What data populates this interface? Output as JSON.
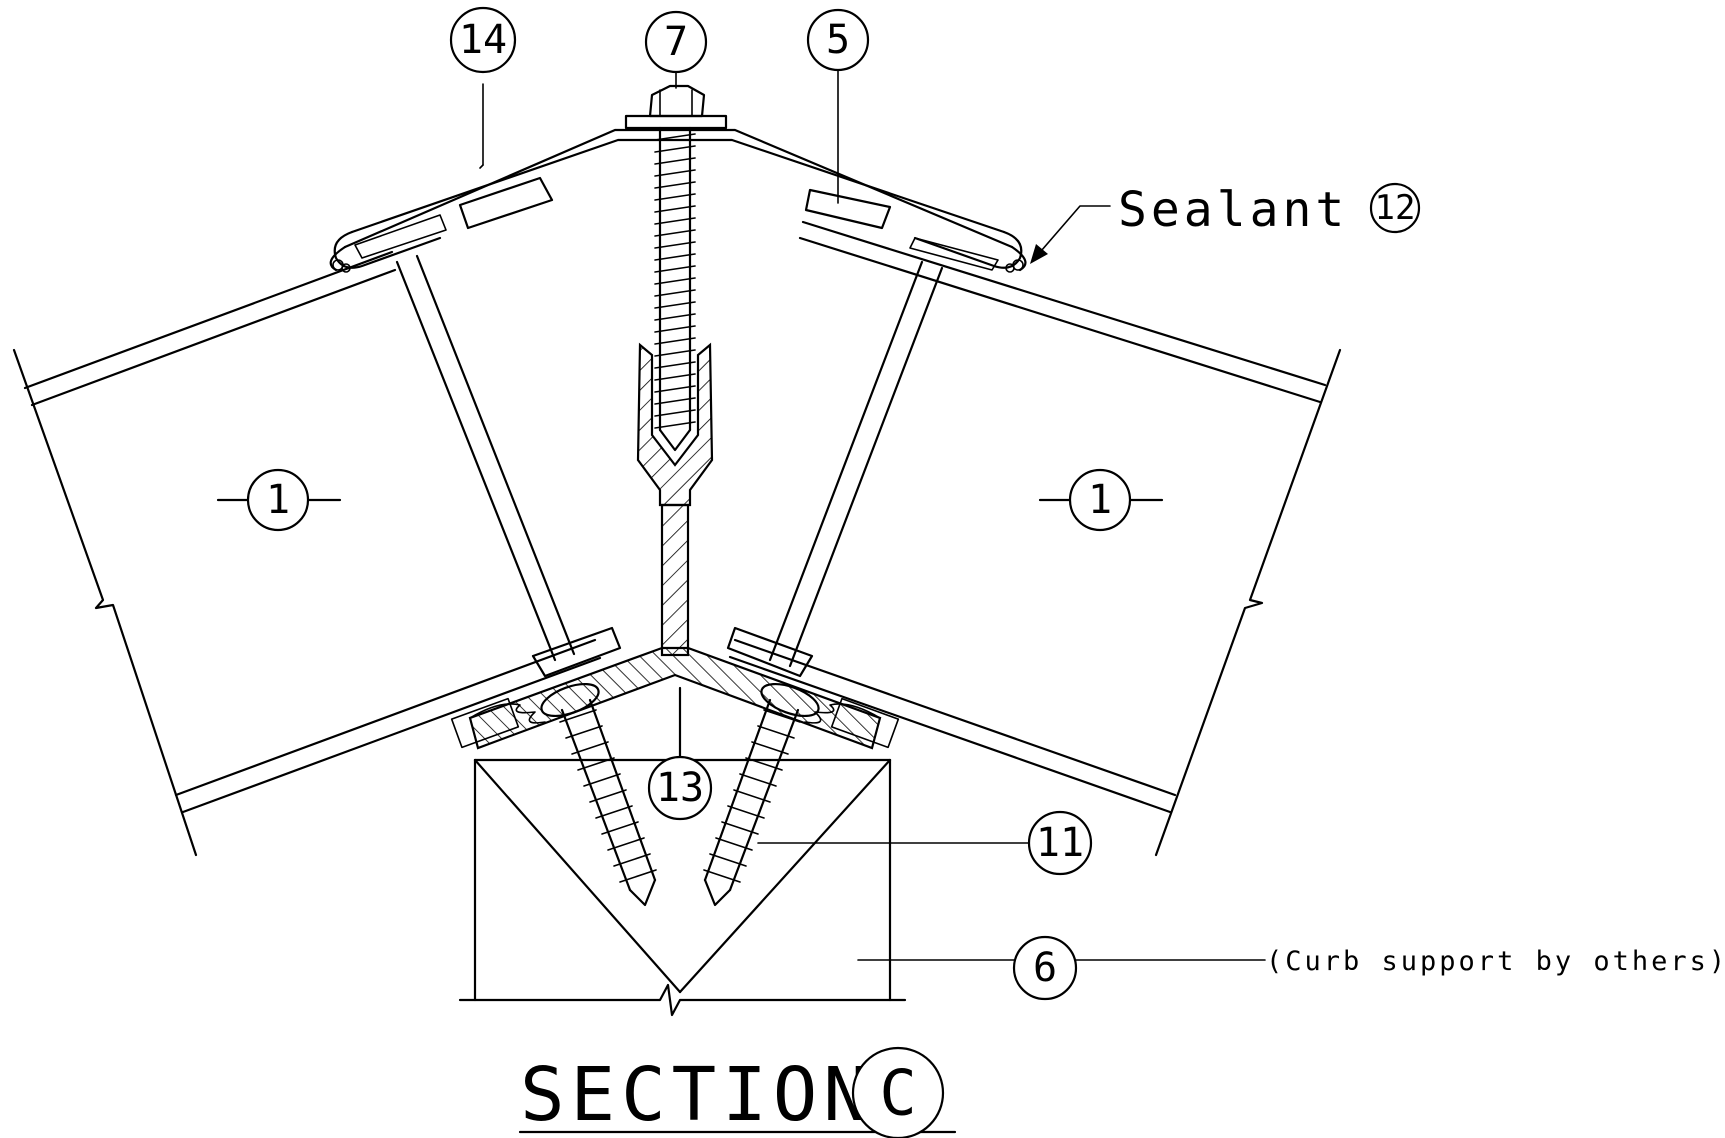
{
  "title": {
    "label": "SECTION",
    "ref": "C"
  },
  "callouts": {
    "fourteen": "14",
    "seven": "7",
    "five": "5",
    "one_left": "1",
    "one_right": "1",
    "thirteen": "13",
    "eleven": "11",
    "six": "6"
  },
  "notes": {
    "sealant": "Sealant",
    "sealant_ref": "12",
    "curb": "(Curb support by others)"
  },
  "colors": {
    "ink": "#000000",
    "paper": "#ffffff"
  }
}
